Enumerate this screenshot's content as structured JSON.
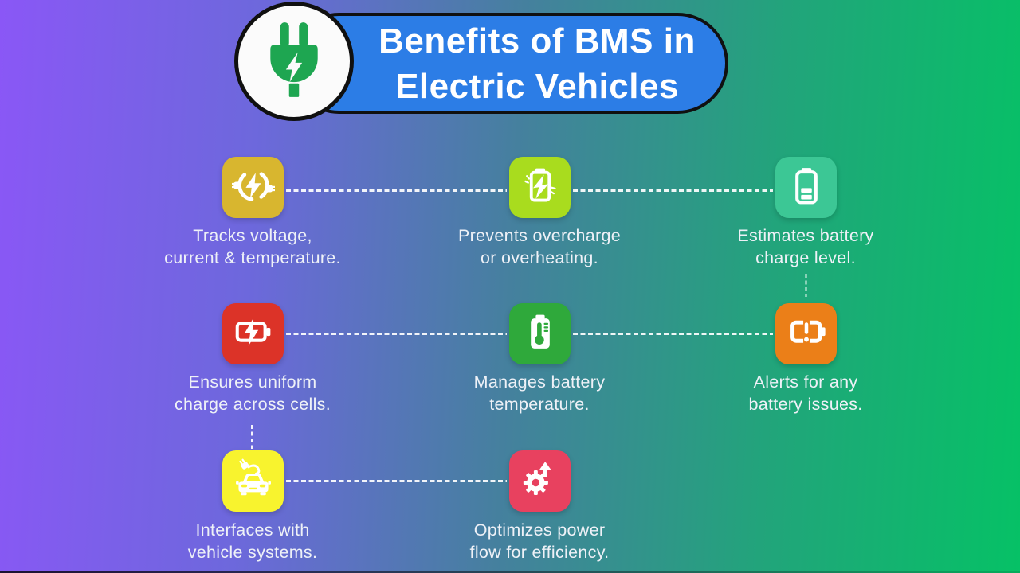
{
  "background": {
    "gradient_colors": [
      "#8a57f6",
      "#6d68dc",
      "#45809e",
      "#22a47b",
      "#06c166"
    ]
  },
  "header": {
    "logo_icon": "power-plug-bolt-icon",
    "logo_plug_color": "#1ea651",
    "banner_color": "#2c7de6",
    "title_line1": "Benefits of BMS in",
    "title_line2": "Electric Vehicles",
    "title_color": "#ffffff"
  },
  "connector_style": {
    "pattern": "dashed",
    "color": "#ffffff"
  },
  "benefits": [
    {
      "icon": "charging-circle-bolt-icon",
      "tile_color": "#d8b62f",
      "line1": "Tracks voltage,",
      "line2": "current & temperature."
    },
    {
      "icon": "battery-overcharge-icon",
      "tile_color": "#a9dc1e",
      "line1": "Prevents overcharge",
      "line2": "or overheating."
    },
    {
      "icon": "battery-charge-level-icon",
      "tile_color": "#3cc795",
      "line1": "Estimates battery",
      "line2": "charge level."
    },
    {
      "icon": "battery-lightning-icon",
      "tile_color": "#dc3328",
      "line1": "Ensures uniform",
      "line2": "charge across cells."
    },
    {
      "icon": "battery-thermometer-icon",
      "tile_color": "#2fa93b",
      "line1": "Manages battery",
      "line2": "temperature."
    },
    {
      "icon": "battery-warning-icon",
      "tile_color": "#eb7f18",
      "line1": "Alerts for any",
      "line2": "battery issues."
    },
    {
      "icon": "electric-car-plug-icon",
      "tile_color": "#f8f32e",
      "line1": "Interfaces with",
      "line2": "vehicle systems."
    },
    {
      "icon": "gear-up-arrow-icon",
      "tile_color": "#e8415f",
      "line1": "Optimizes power",
      "line2": "flow for efficiency."
    }
  ]
}
